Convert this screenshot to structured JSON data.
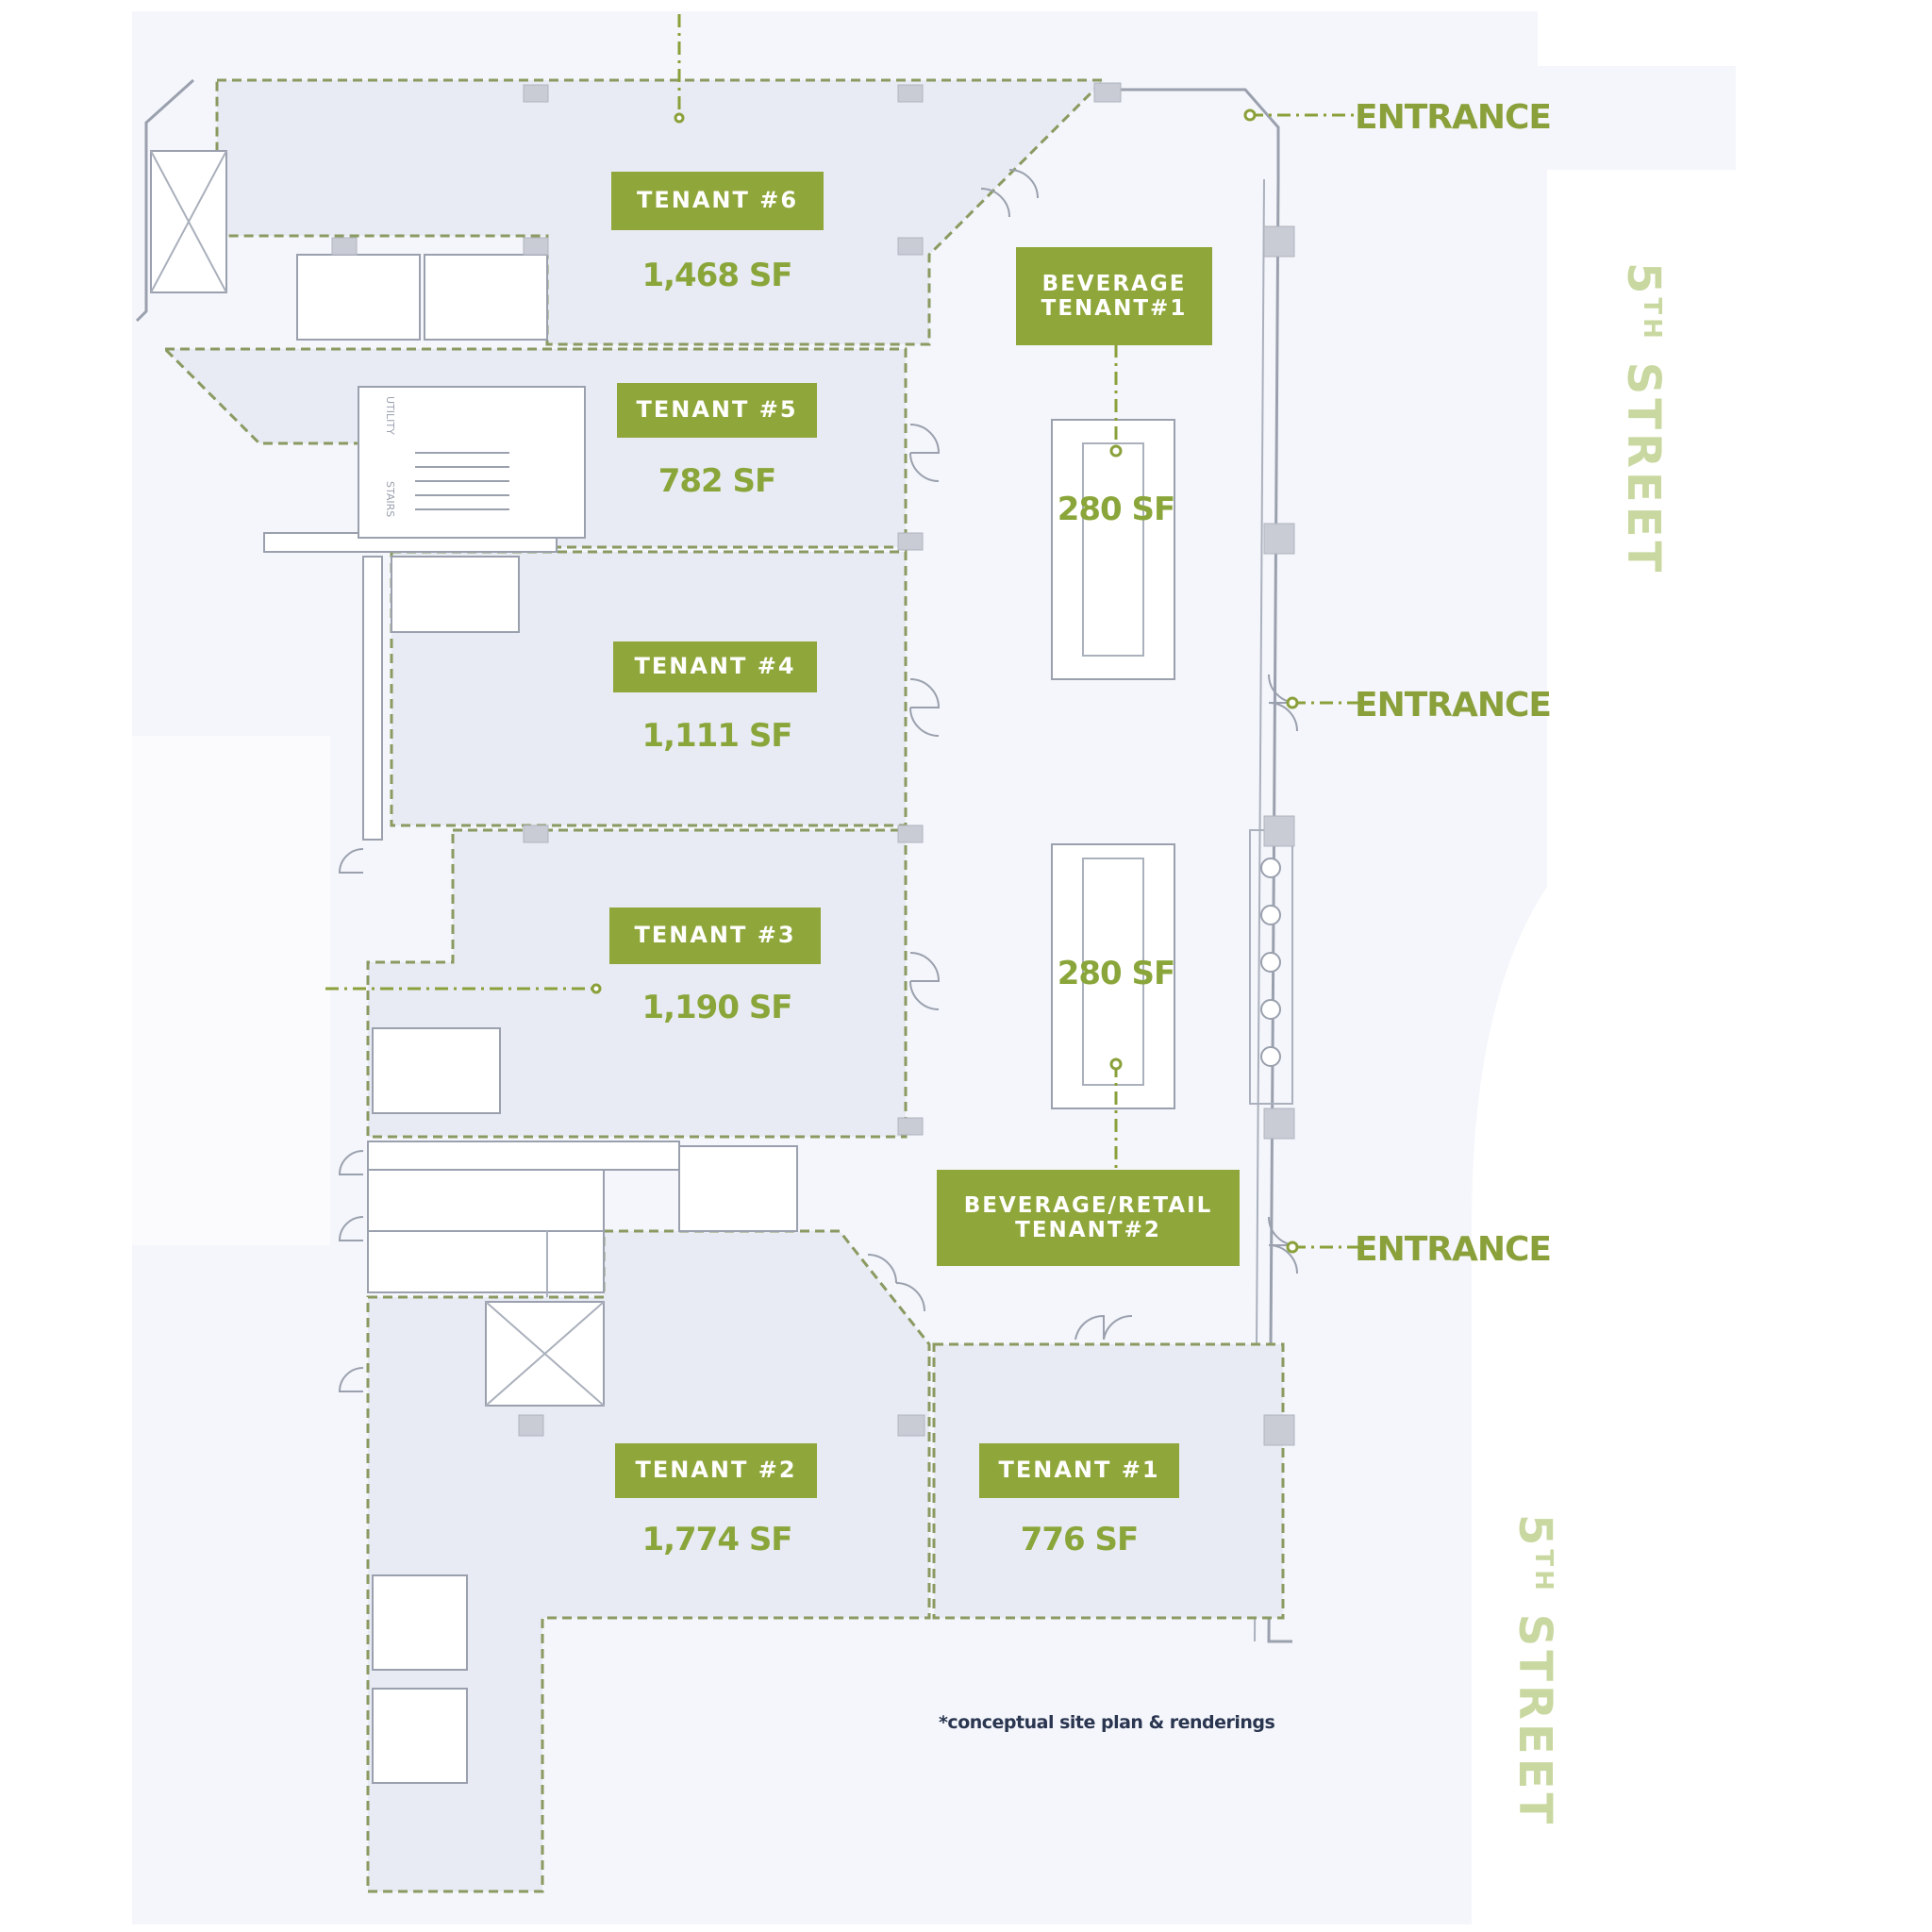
{
  "tenants": [
    {
      "label": "TENANT #6",
      "area": "1,468 SF"
    },
    {
      "label": "TENANT #5",
      "area": "782 SF"
    },
    {
      "label": "TENANT #4",
      "area": "1,111 SF"
    },
    {
      "label": "TENANT #3",
      "area": "1,190 SF"
    },
    {
      "label": "TENANT #2",
      "area": "1,774 SF"
    },
    {
      "label": "TENANT #1",
      "area": "776 SF"
    }
  ],
  "beverage": [
    {
      "label_line1": "BEVERAGE",
      "label_line2": "TENANT#1",
      "area": "280 SF"
    },
    {
      "label_line1": "BEVERAGE/RETAIL",
      "label_line2": "TENANT#2",
      "area": "280 SF"
    }
  ],
  "entrances": [
    "ENTRANCE",
    "ENTRANCE",
    "ENTRANCE"
  ],
  "streets": [
    {
      "number": "5",
      "suffix": "TH",
      "name": "STREET"
    },
    {
      "number": "5",
      "suffix": "TH",
      "name": "STREET"
    }
  ],
  "small_labels": {
    "utility": "UTILITY",
    "stairs": "STAIRS"
  },
  "disclaimer": "*conceptual site plan & renderings",
  "colors": {
    "accent": "#8fa63a",
    "room_fill": "#e8ebf3",
    "street_text": "#c8d8a0"
  }
}
